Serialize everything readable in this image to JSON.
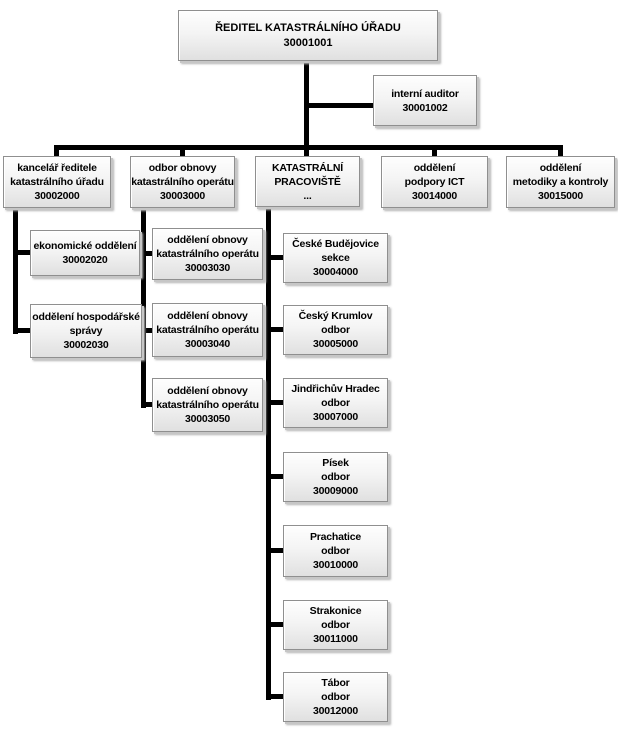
{
  "chart_title": "",
  "colors": {
    "connector": "#000000",
    "box_border": "#8f8f8f",
    "box_fill_top": "#fefefe",
    "box_fill_bottom": "#e0e0e0",
    "box_shadow": "#b5b5b5",
    "text": "#000000"
  },
  "nodes": {
    "root": {
      "lines": [
        "ŘEDITEL KATASTRÁLNÍHO ÚŘADU",
        "30001001"
      ]
    },
    "auditor": {
      "lines": [
        "interní auditor",
        "30001002"
      ]
    },
    "level2": [
      {
        "lines": [
          "kancelář  ředitele",
          "katastrálního úřadu",
          "30002000"
        ]
      },
      {
        "lines": [
          "odbor obnovy",
          "katastrálního operátu",
          "30003000"
        ]
      },
      {
        "lines": [
          "KATASTRÁLNÍ",
          "PRACOVIŠTĚ",
          "..."
        ]
      },
      {
        "lines": [
          "oddělení",
          "podpory ICT",
          "30014000"
        ]
      },
      {
        "lines": [
          "oddělení",
          "metodiky a kontroly",
          "30015000"
        ]
      }
    ],
    "col1": [
      {
        "lines": [
          "ekonomické oddělení",
          "30002020"
        ]
      },
      {
        "lines": [
          "oddělení hospodářské",
          "správy",
          "30002030"
        ]
      }
    ],
    "col2": [
      {
        "lines": [
          "oddělení obnovy",
          "katastrálního operátu",
          "30003030"
        ]
      },
      {
        "lines": [
          "oddělení obnovy",
          "katastrálního operátu",
          "30003040"
        ]
      },
      {
        "lines": [
          "oddělení obnovy",
          "katastrálního operátu",
          "30003050"
        ]
      }
    ],
    "col3": [
      {
        "lines": [
          "České Budějovice",
          "sekce",
          "30004000"
        ]
      },
      {
        "lines": [
          "Český Krumlov",
          "odbor",
          "30005000"
        ]
      },
      {
        "lines": [
          "Jindřichův Hradec",
          "odbor",
          "30007000"
        ]
      },
      {
        "lines": [
          "Písek",
          "odbor",
          "30009000"
        ]
      },
      {
        "lines": [
          "Prachatice",
          "odbor",
          "30010000"
        ]
      },
      {
        "lines": [
          "Strakonice",
          "odbor",
          "30011000"
        ]
      },
      {
        "lines": [
          "Tábor",
          "odbor",
          "30012000"
        ]
      }
    ]
  }
}
